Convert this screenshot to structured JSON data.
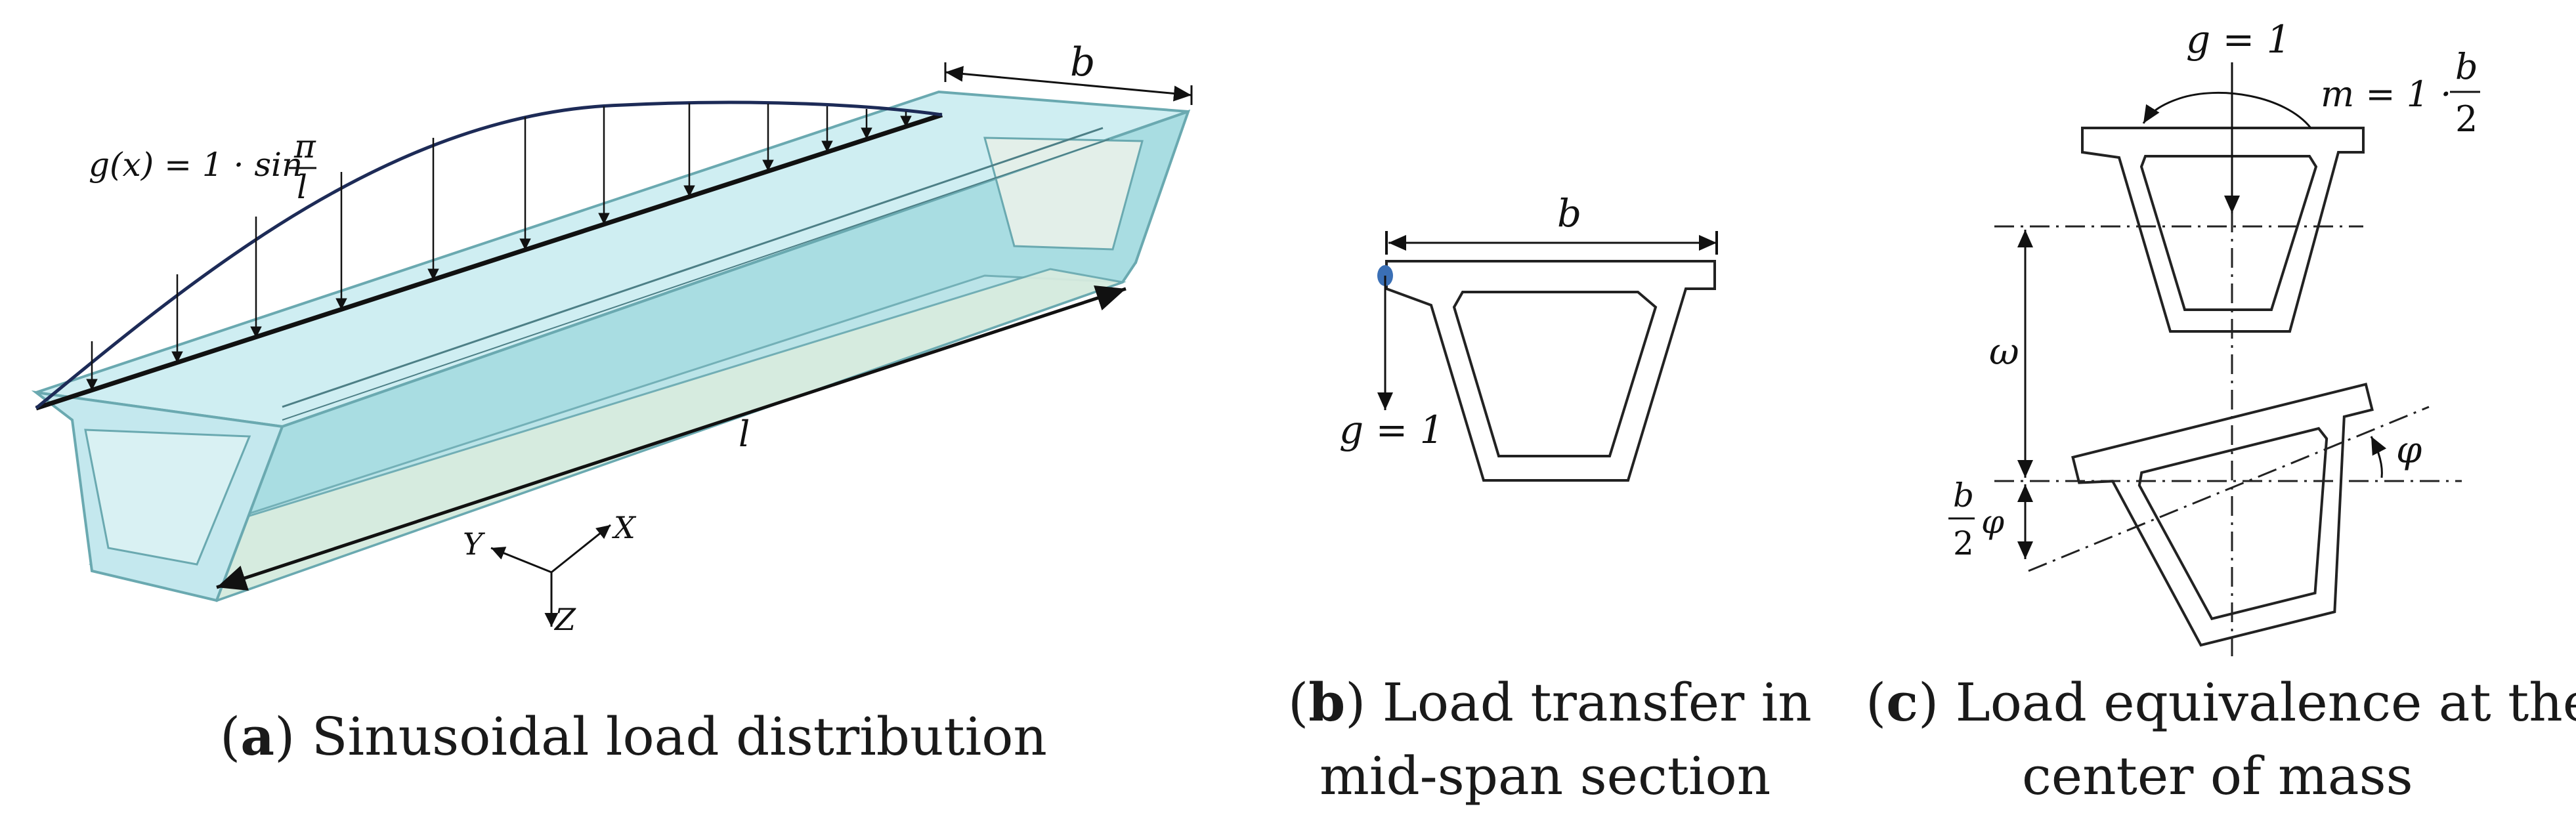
{
  "panel_a": {
    "equation": {
      "lhs": "g(x) = 1 · sin",
      "frac_num": "π",
      "frac_den": "l"
    },
    "width_label": "b",
    "length_label": "l",
    "axes": {
      "x": "X",
      "y": "Y",
      "z": "Z"
    },
    "caption": {
      "tag": "a",
      "text": "Sinusoidal load distribution"
    }
  },
  "panel_b": {
    "width_label": "b",
    "load_label": "g = 1",
    "caption": {
      "tag": "b",
      "line1": "Load transfer in",
      "line2": "mid-span section"
    }
  },
  "panel_c": {
    "load_label": "g = 1",
    "moment": {
      "lhs": "m = 1 ·",
      "frac_num": "b",
      "frac_den": "2"
    },
    "omega_label": "ω",
    "phi_label": "φ",
    "offset": {
      "frac_num": "b",
      "frac_den": "2",
      "suffix": "φ"
    },
    "caption": {
      "tag": "c",
      "line1": "Load equivalence at the",
      "line2": "center of mass"
    }
  },
  "colors": {
    "beam_fill": "#cfeef2",
    "beam_dark": "#8fcfd6",
    "beam_edge": "#6aa9b0",
    "curve": "#1d2b57",
    "node": "#3a6fb5"
  }
}
